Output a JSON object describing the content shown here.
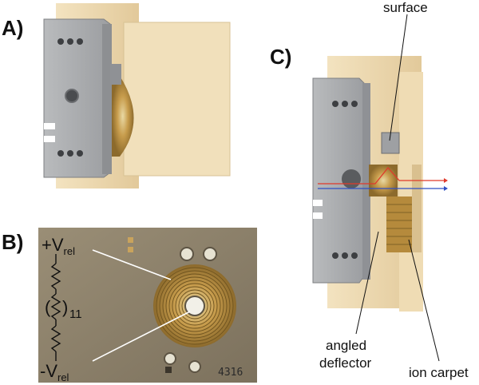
{
  "panels": {
    "a": {
      "label": "A)"
    },
    "b": {
      "label": "B)",
      "v_plus": {
        "sign": "+V",
        "sub": "rel"
      },
      "v_minus": {
        "sign": "-V",
        "sub": "rel"
      },
      "resistor_group": {
        "open": "(",
        "close": ")",
        "count": "11"
      },
      "serial_number": "4316"
    },
    "c": {
      "label": "C)",
      "callouts": {
        "surface": "surface",
        "angled_deflector_line1": "angled",
        "angled_deflector_line2": "deflector",
        "ion_carpet": "ion carpet"
      }
    }
  },
  "colors": {
    "steel": "#a9abad",
    "steel_dark": "#7d7f82",
    "wood": "#e8d3a8",
    "copper": "#b58a3c",
    "pcb": "#8b7e68",
    "beam_red": "#e0392b",
    "beam_blue": "#2f4fc4"
  }
}
